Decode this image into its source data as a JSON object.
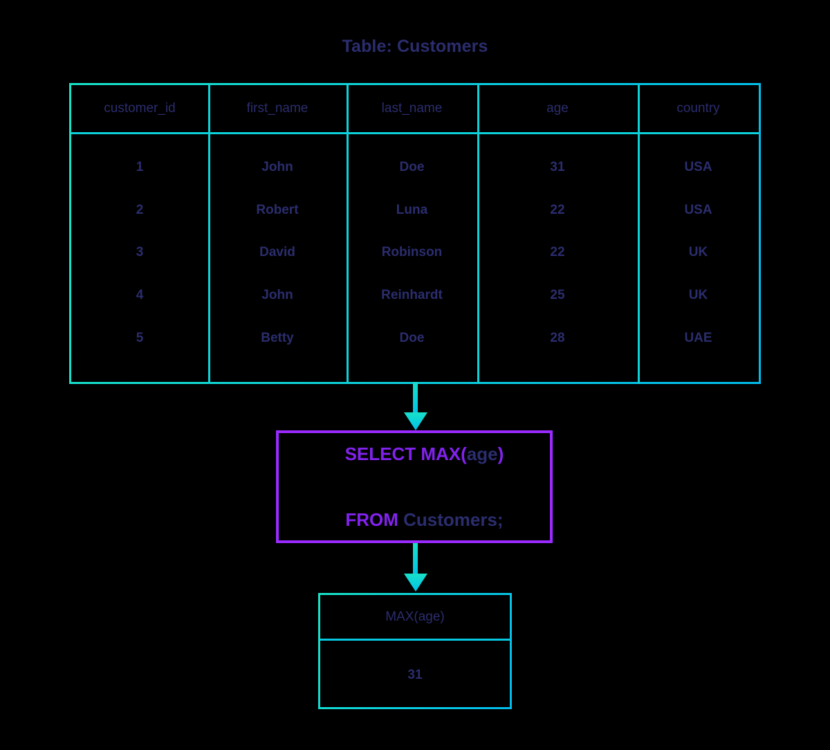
{
  "title": "Table: Customers",
  "customers_table": {
    "columns": [
      "customer_id",
      "first_name",
      "last_name",
      "age",
      "country"
    ],
    "rows": [
      {
        "customer_id": "1",
        "first_name": "John",
        "last_name": "Doe",
        "age": "31",
        "country": "USA"
      },
      {
        "customer_id": "2",
        "first_name": "Robert",
        "last_name": "Luna",
        "age": "22",
        "country": "USA"
      },
      {
        "customer_id": "3",
        "first_name": "David",
        "last_name": "Robinson",
        "age": "22",
        "country": "UK"
      },
      {
        "customer_id": "4",
        "first_name": "John",
        "last_name": "Reinhardt",
        "age": "25",
        "country": "UK"
      },
      {
        "customer_id": "5",
        "first_name": "Betty",
        "last_name": "Doe",
        "age": "28",
        "country": "UAE"
      }
    ]
  },
  "query": {
    "line1_keyword": "SELECT MAX",
    "line1_open_paren": "(",
    "line1_argument": "age",
    "line1_close_paren": ")",
    "line2_keyword": "FROM ",
    "line2_table": "Customers;",
    "full_text": "SELECT MAX(age) FROM Customers;"
  },
  "result_table": {
    "column": "MAX(age)",
    "value": "31"
  },
  "arrows": {
    "table_to_query": "down-arrow",
    "query_to_result": "down-arrow"
  },
  "colors": {
    "background": "#000000",
    "text_navy": "#2b2d6e",
    "keyword_purple": "#8222ee",
    "query_border_purple": "#9a2aff",
    "table_border_teal": "#17e3c8",
    "table_border_cyan": "#00bdec"
  }
}
